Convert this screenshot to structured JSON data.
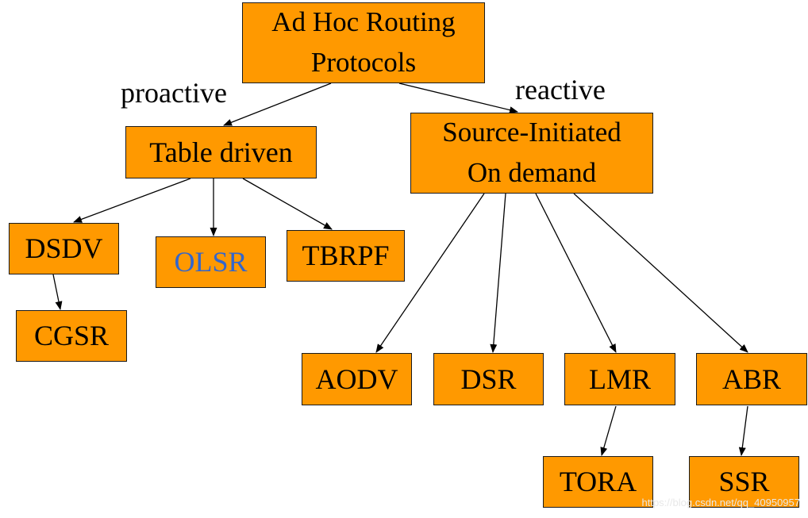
{
  "diagram": {
    "root": {
      "line1": "Ad Hoc Routing",
      "line2": "Protocols"
    },
    "labels": {
      "proactive": "proactive",
      "reactive": "reactive"
    },
    "table_driven": "Table driven",
    "on_demand": {
      "line1": "Source-Initiated",
      "line2": "On demand"
    },
    "proactive_children": {
      "dsdv": "DSDV",
      "olsr": "OLSR",
      "tbrpf": "TBRPF",
      "cgsr": "CGSR"
    },
    "reactive_children": {
      "aodv": "AODV",
      "dsr": "DSR",
      "lmr": "LMR",
      "abr": "ABR",
      "tora": "TORA",
      "ssr": "SSR"
    },
    "colors": {
      "node_fill": "#ff9900",
      "node_border": "#1a1a1a",
      "olsr_text": "#3366cc",
      "arrow": "#000000"
    },
    "edges": [
      [
        "root",
        "table-driven"
      ],
      [
        "root",
        "on-demand"
      ],
      [
        "table-driven",
        "dsdv"
      ],
      [
        "table-driven",
        "olsr"
      ],
      [
        "table-driven",
        "tbrpf"
      ],
      [
        "dsdv",
        "cgsr"
      ],
      [
        "on-demand",
        "aodv"
      ],
      [
        "on-demand",
        "dsr"
      ],
      [
        "on-demand",
        "lmr"
      ],
      [
        "on-demand",
        "abr"
      ],
      [
        "lmr",
        "tora"
      ],
      [
        "abr",
        "ssr"
      ]
    ]
  },
  "watermark": "https://blog.csdn.net/qq_40950957"
}
